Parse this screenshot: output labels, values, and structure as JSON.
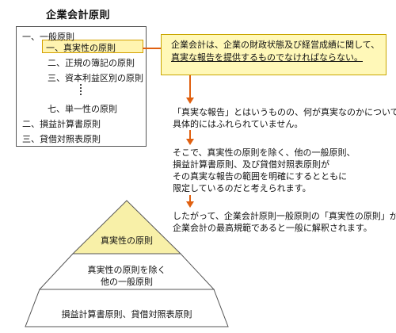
{
  "title": "企業会計原則",
  "toc": {
    "items": [
      "一、一般原則",
      "一、真実性の原則",
      "二、正規の簿記の原則",
      "三、資本利益区別の原則",
      "七、単一性の原則",
      "二、損益計算書原則",
      "三、貸借対照表原則"
    ]
  },
  "quote": {
    "line1": "企業会計は、企業の財政状態及び経営成績に関して、",
    "line2": "真実な報告を提供するものでなければならない。"
  },
  "paragraphs": {
    "p1": [
      "「真実な報告」とはいうものの、何が真実なのかについて",
      "具体的にはふれられていません。"
    ],
    "p2": [
      "そこで、真実性の原則を除く、他の一般原則、",
      "損益計算書原則、及び貸借対照表原則が",
      "その真実な報告の範囲を明確にするとともに",
      "限定しているのだと考えられます。"
    ],
    "p3": [
      "したがって、企業会計原則一般原則の「真実性の原則」が",
      "企業会計の最高規範であると一般に解釈されます。"
    ]
  },
  "pyramid": {
    "top": "真実性の原則",
    "middle_line1": "真実性の原則を除く",
    "middle_line2": "他の一般原則",
    "bottom": "損益計算書原則、貸借対照表原則"
  },
  "colors": {
    "accent": "#e06010",
    "highlight_fill": "#fff4b0",
    "pyramid_top_fill": "#f8f0a8"
  }
}
